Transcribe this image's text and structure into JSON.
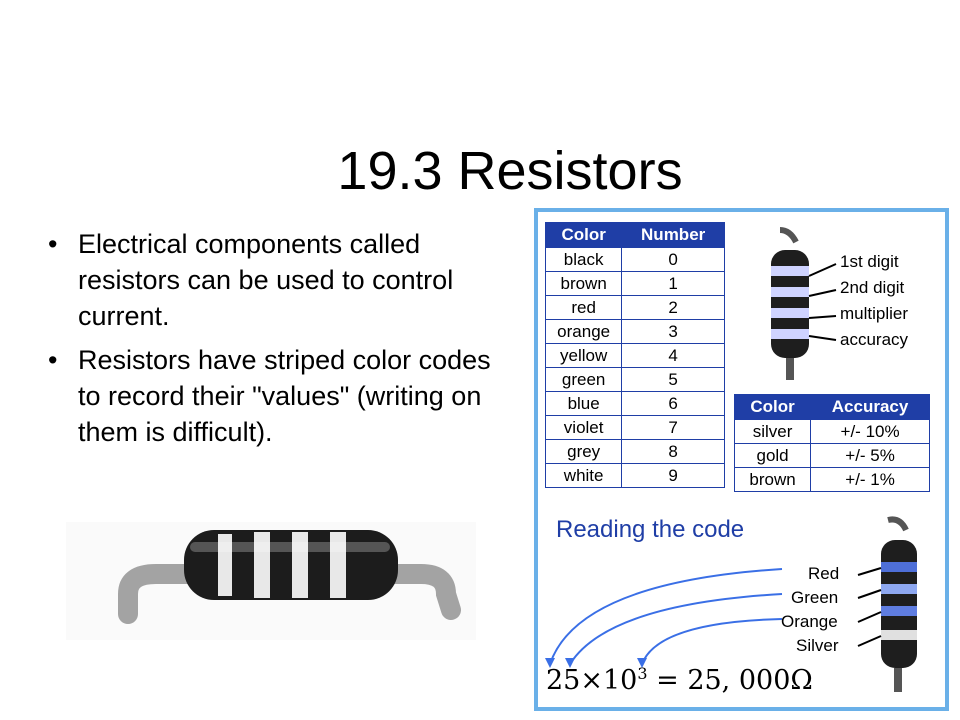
{
  "slide": {
    "title": "19.3 Resistors",
    "bullets": [
      "Electrical components called resistors can be used to control current.",
      "Resistors have striped color codes to record their \"values\" (writing on them is difficult)."
    ]
  },
  "chart": {
    "table1": {
      "headers": [
        "Color",
        "Number"
      ],
      "rows": [
        [
          "black",
          "0"
        ],
        [
          "brown",
          "1"
        ],
        [
          "red",
          "2"
        ],
        [
          "orange",
          "3"
        ],
        [
          "yellow",
          "4"
        ],
        [
          "green",
          "5"
        ],
        [
          "blue",
          "6"
        ],
        [
          "violet",
          "7"
        ],
        [
          "grey",
          "8"
        ],
        [
          "white",
          "9"
        ]
      ]
    },
    "band_labels": [
      "1st digit",
      "2nd digit",
      "multiplier",
      "accuracy"
    ],
    "table2": {
      "headers": [
        "Color",
        "Accuracy"
      ],
      "rows": [
        [
          "silver",
          "+/- 10%"
        ],
        [
          "gold",
          "+/- 5%"
        ],
        [
          "brown",
          "+/- 1%"
        ]
      ]
    },
    "reading_title": "Reading the code",
    "code_labels": [
      "Red",
      "Green",
      "Orange",
      "Silver"
    ],
    "formula": {
      "base": "25",
      "times": "×10",
      "exponent": "3",
      "rest": " = 25, 000Ω"
    }
  }
}
